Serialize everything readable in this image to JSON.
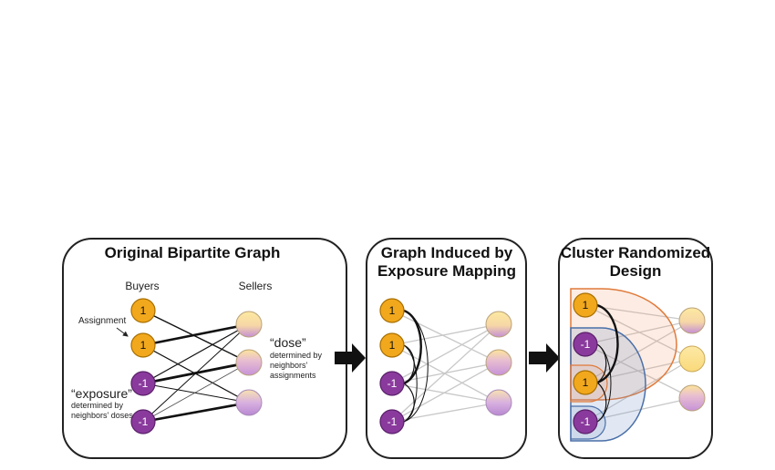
{
  "panels": {
    "p1": {
      "title": "Original Bipartite Graph",
      "buyers_label": "Buyers",
      "sellers_label": "Sellers",
      "assignment_label": "Assignment",
      "dose_label": "“dose”",
      "dose_desc": [
        "determined by",
        "neighbors’",
        "assignments"
      ],
      "exposure_label": "“exposure”",
      "exposure_desc": [
        "determined by",
        "neighbors’ doses"
      ]
    },
    "p2": {
      "title": [
        "Graph Induced by",
        "Exposure Mapping"
      ]
    },
    "p3": {
      "title": [
        "Cluster Randomized",
        "Design"
      ]
    }
  },
  "buyers": [
    "1",
    "1",
    "-1",
    "-1"
  ],
  "colors": {
    "buyer_pos": "#f2a81d",
    "buyer_neg": "#8a3a9c",
    "seller_top": "#fbe08a",
    "seller_bottom": "#c9a0d6",
    "cluster_orange": "#e07a3a",
    "cluster_blue": "#4a6fa8"
  }
}
